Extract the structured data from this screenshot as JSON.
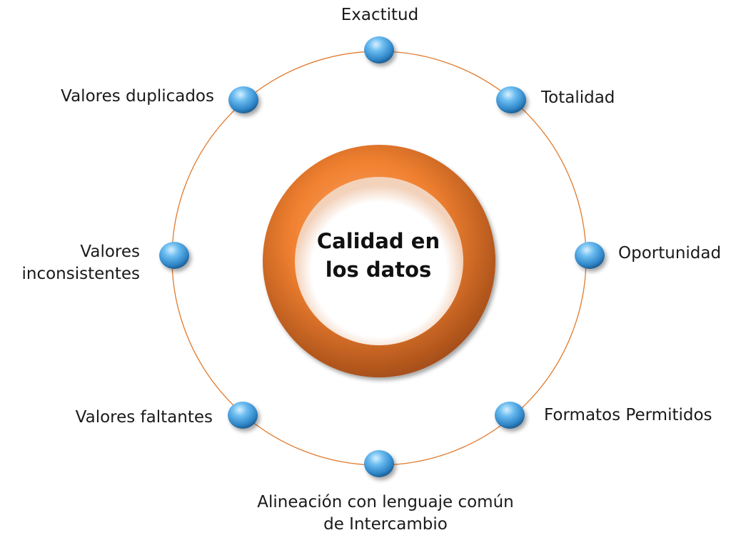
{
  "center": {
    "title_line1": "Calidad en",
    "title_line2": "los datos"
  },
  "nodes": [
    {
      "label": "Exactitud"
    },
    {
      "label": "Totalidad"
    },
    {
      "label": "Oportunidad"
    },
    {
      "label": "Formatos Permitidos"
    },
    {
      "label_line1": "Alineación con lenguaje común",
      "label_line2": "de Intercambio"
    },
    {
      "label": "Valores faltantes"
    },
    {
      "label_line1": "Valores",
      "label_line2": "inconsistentes"
    },
    {
      "label": "Valores duplicados"
    }
  ],
  "colors": {
    "ring_line": "#e07a2e",
    "torus": "#f08030",
    "node_fill": "#4aa3dd",
    "text": "#1a1a1a"
  }
}
